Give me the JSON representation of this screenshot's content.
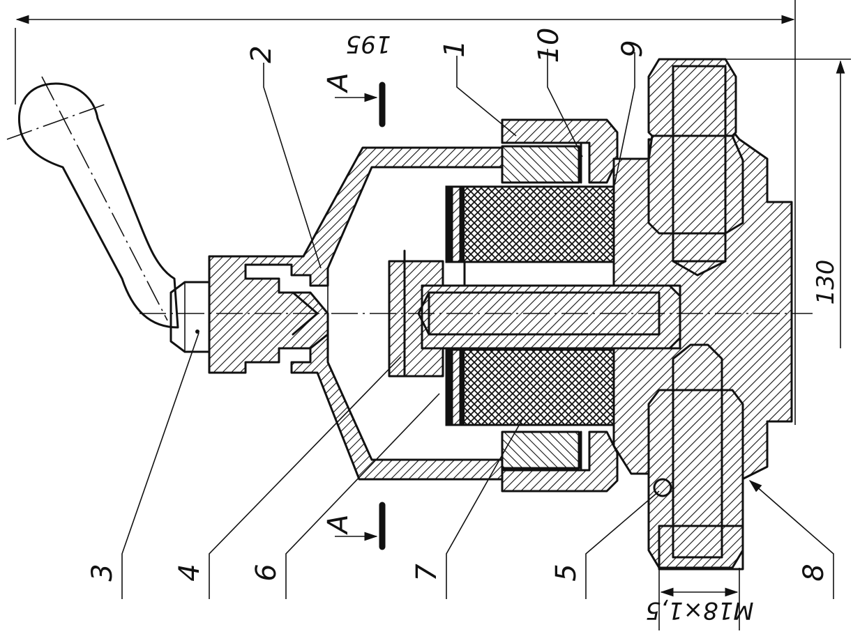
{
  "dimensions": {
    "overall_length": "195",
    "height": "130",
    "thread": "M18×1,5"
  },
  "section": {
    "mark_top": "A",
    "mark_bottom": "A"
  },
  "leaders": [
    {
      "id": "1",
      "text": "1"
    },
    {
      "id": "2",
      "text": "2"
    },
    {
      "id": "3",
      "text": "3"
    },
    {
      "id": "4",
      "text": "4"
    },
    {
      "id": "5",
      "text": "5"
    },
    {
      "id": "6",
      "text": "6"
    },
    {
      "id": "7",
      "text": "7"
    },
    {
      "id": "8",
      "text": "8"
    },
    {
      "id": "9",
      "text": "9"
    },
    {
      "id": "10",
      "text": "10"
    }
  ]
}
